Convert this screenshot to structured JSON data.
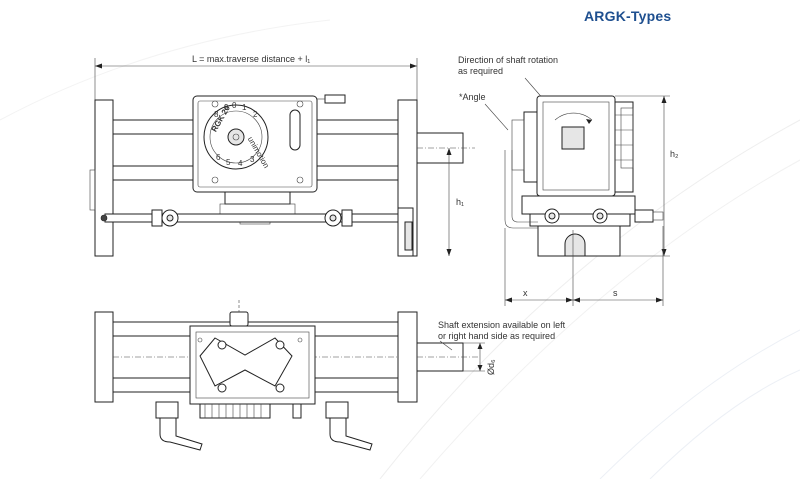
{
  "header": {
    "title": "ARGK-Types"
  },
  "annotations": {
    "length_formula": "L = max.traverse distance + l₁",
    "shaft_rotation_line1": "Direction of shaft rotation",
    "shaft_rotation_line2": "as required",
    "angle": "*Angle",
    "h1": "h₁",
    "h2": "h₂",
    "x": "x",
    "s": "s",
    "shaft_ext_line1": "Shaft extension available on left",
    "shaft_ext_line2": "or right hand side as required",
    "shaft_diameter": "Ød₆"
  },
  "dial": {
    "label": "RGK 20",
    "brand": "unimotion",
    "digits": [
      "0",
      "1",
      "2",
      "3",
      "4",
      "5",
      "6",
      "7",
      "8",
      "9"
    ]
  },
  "colors": {
    "title": "#1e4f8f",
    "line": "#222222",
    "background": "#ffffff"
  }
}
